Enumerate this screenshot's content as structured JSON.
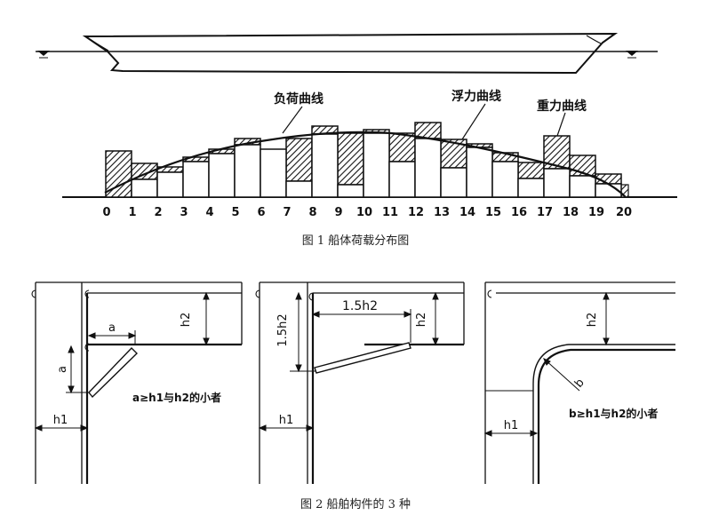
{
  "figure1": {
    "caption": "图 1 船体荷载分布图",
    "labels": {
      "load_curve": "负荷曲线",
      "buoyancy_curve": "浮力曲线",
      "weight_curve": "重力曲线"
    },
    "stations": [
      "0",
      "1",
      "2",
      "3",
      "4",
      "5",
      "6",
      "7",
      "8",
      "9",
      "10",
      "11",
      "12",
      "13",
      "14",
      "15",
      "16",
      "17",
      "18",
      "19",
      "20"
    ]
  },
  "figure2": {
    "caption": "图 2 船舶构件的 3 种",
    "panel_a": {
      "dim_a_top": "a",
      "dim_a_side": "a",
      "dim_h1": "h1",
      "dim_h2": "h2",
      "note": "a≥h1与h2的小者"
    },
    "panel_b": {
      "dim_top": "1.5h2",
      "dim_side": "1.5h2",
      "dim_h1": "h1",
      "dim_h2": "h2"
    },
    "panel_c": {
      "dim_b": "b",
      "dim_h1": "h1",
      "dim_h2": "h2",
      "note": "b≥h1与h2的小者"
    }
  }
}
